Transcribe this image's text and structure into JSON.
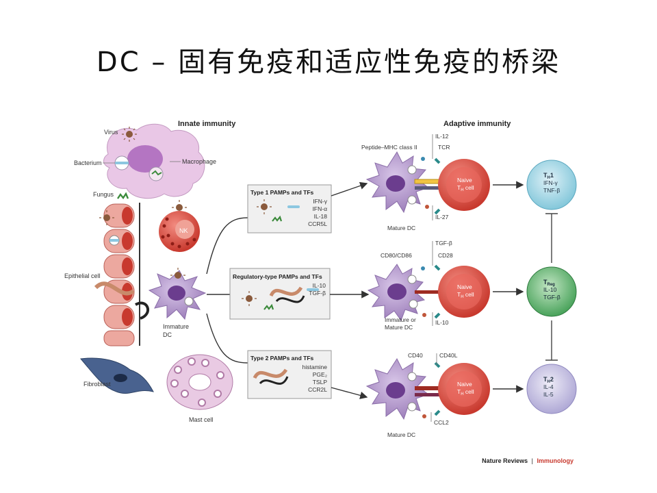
{
  "slide": {
    "title": "DC – 固有免疫和适应性免疫的桥梁"
  },
  "figure": {
    "headers": {
      "innate": "Innate immunity",
      "adaptive": "Adaptive immunity"
    },
    "innate_labels": {
      "virus": "Virus",
      "bacterium": "Bacterium",
      "macrophage": "Macrophage",
      "fungus": "Fungus",
      "nk": "NK",
      "epithelial_cell": "Epithelial cell",
      "immature_dc_line1": "Immature",
      "immature_dc_line2": "DC",
      "fibroblast": "Fibroblast",
      "mast_cell": "Mast cell"
    },
    "boxes": {
      "type1": {
        "title": "Type 1 PAMPs and TFs",
        "items": [
          "IFN-γ",
          "IFN-α",
          "IL-18",
          "CCR5L"
        ]
      },
      "regulatory": {
        "title": "Regulatory-type PAMPs and TFs",
        "items": [
          "IL-10",
          "TGF-β"
        ]
      },
      "type2": {
        "title": "Type 2 PAMPs and TFs",
        "items": [
          "histamine",
          "PGE₂",
          "TSLP",
          "CCR2L"
        ]
      }
    },
    "rows": {
      "top": {
        "label_peptide": "Peptide–MHC class II",
        "label_il12": "IL-12",
        "label_tcr": "TCR",
        "label_il27": "IL-27",
        "dc_label": "Mature DC",
        "naive_line1": "Naive",
        "naive_line2": "T",
        "naive_sub": "H",
        "naive_line2b": " cell"
      },
      "middle": {
        "label_cd80": "CD80/CD86",
        "label_tgfb": "TGF-β",
        "label_cd28": "CD28",
        "label_il10": "IL-10",
        "dc_label_line1": "Immature or",
        "dc_label_line2": "Mature DC",
        "naive_line1": "Naive",
        "naive_line2": "T",
        "naive_sub": "H",
        "naive_line2b": " cell"
      },
      "bottom": {
        "label_cd40": "CD40",
        "label_cd40l": "CD40L",
        "label_ccl2": "CCL2",
        "dc_label": "Mature DC",
        "naive_line1": "Naive",
        "naive_line2": "T",
        "naive_sub": "H",
        "naive_line2b": " cell"
      }
    },
    "outcomes": {
      "th1": {
        "main": "T",
        "sub": "H",
        "suffix": "1",
        "lines": [
          "IFN-γ",
          "TNF-β"
        ]
      },
      "treg": {
        "main": "T",
        "sub": "Reg",
        "suffix": "",
        "lines": [
          "IL-10",
          "TGF-β"
        ]
      },
      "th2": {
        "main": "T",
        "sub": "H",
        "suffix": "2",
        "lines": [
          "IL-4",
          "IL-5"
        ]
      }
    },
    "credit": {
      "journal": "Nature Reviews",
      "separator": "|",
      "section": "Immunology"
    },
    "colors": {
      "dc_purple": "#a98bc4",
      "naive_red": "#d9453b",
      "th1_blue": "#7cc4d8",
      "treg_green": "#3f9d52",
      "th2_lavender": "#b9b3da",
      "epithelial": "#e4827a",
      "accent_red_credit": "#c8392e"
    }
  }
}
